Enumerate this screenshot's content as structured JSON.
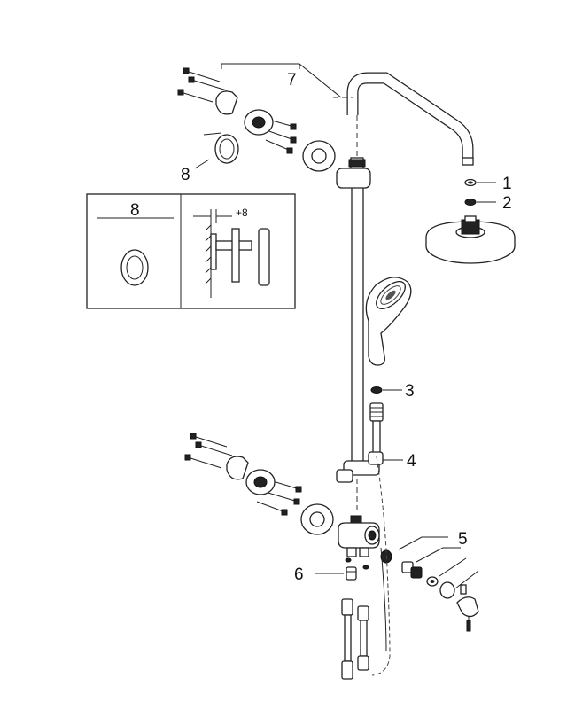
{
  "diagram": {
    "callouts": [
      {
        "id": "1",
        "text": "1"
      },
      {
        "id": "2",
        "text": "2"
      },
      {
        "id": "3",
        "text": "3"
      },
      {
        "id": "4",
        "text": "4"
      },
      {
        "id": "5",
        "text": "5"
      },
      {
        "id": "6",
        "text": "6"
      },
      {
        "id": "7",
        "text": "7"
      },
      {
        "id": "8",
        "text": "8"
      }
    ],
    "detail_box": {
      "label": "8",
      "offset": "+8"
    }
  }
}
